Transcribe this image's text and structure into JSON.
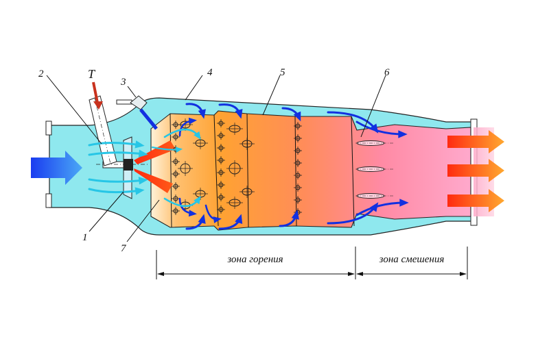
{
  "labels": {
    "n1": "1",
    "n2": "2",
    "n3": "3",
    "n4": "4",
    "n5": "5",
    "n6": "6",
    "n7": "7",
    "fuel": "T"
  },
  "zones": {
    "combustion": "зона горения",
    "mixing": "зона смешения"
  },
  "colors": {
    "casing_fill": "#8fe8ee",
    "casing_inner": "#a9eef2",
    "air_arrow": "#1230e0",
    "secondary_arrow": "#27c6e6",
    "flame": "#ff4a10",
    "fuel_arrow": "#c8321e",
    "exhaust": "#ff7a10",
    "tube_orange": "#ffa030",
    "tube_pink": "#ff8fb4"
  }
}
